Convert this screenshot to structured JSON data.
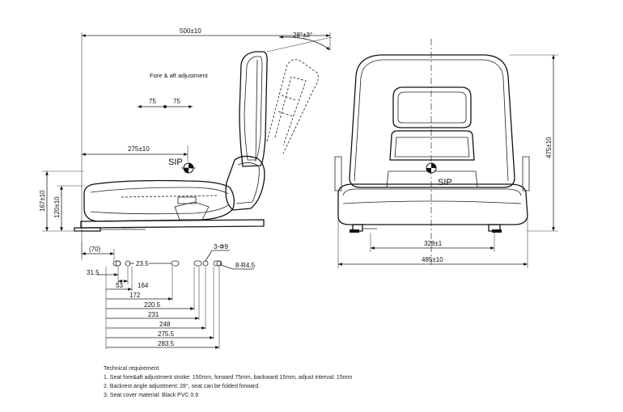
{
  "side_view": {
    "overall_length": "500±10",
    "backrest_angle": "28°±3°",
    "adjust_label": "Fore & aft adjustment",
    "fore": "75",
    "aft": "75",
    "sip_horizontal": "275±10",
    "sip": "SIP",
    "height_outer": "167±10",
    "height_inner": "120±10"
  },
  "front_view": {
    "height": "475±10",
    "sip": "SIP",
    "mount_width": "328±1",
    "overall_width": "485±10"
  },
  "hole_pattern": {
    "top_offset": "(70)",
    "left_edge": "31.5",
    "pitch_small": "53",
    "slot_length": "23.5",
    "holes_label": "3-Φ9",
    "slots_label": "8-R4.5",
    "dims": [
      "164",
      "172",
      "220.5",
      "231",
      "248",
      "275.5",
      "283.5"
    ]
  },
  "technical_requirements": {
    "title": "Technical requirement",
    "items": [
      "1. Seat fore&aft adjustment stroke: 150mm,  forward 75mm, backward 15mm,  adjust interval: 15mm",
      "2. Backrest angle adjustment: 28°, seat can be folded forward.",
      "3. Seat cover material: Black PVC 0.9"
    ]
  }
}
